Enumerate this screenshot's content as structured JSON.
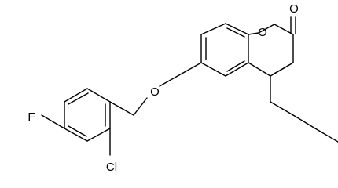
{
  "diagram": {
    "kind": "chemical-structure",
    "atoms": [
      {
        "id": "a1",
        "label": "O"
      },
      {
        "id": "a2",
        "label": "O"
      },
      {
        "id": "a3",
        "label": "O"
      },
      {
        "id": "a4",
        "label": "F"
      },
      {
        "id": "a5",
        "label": "Cl"
      }
    ]
  }
}
